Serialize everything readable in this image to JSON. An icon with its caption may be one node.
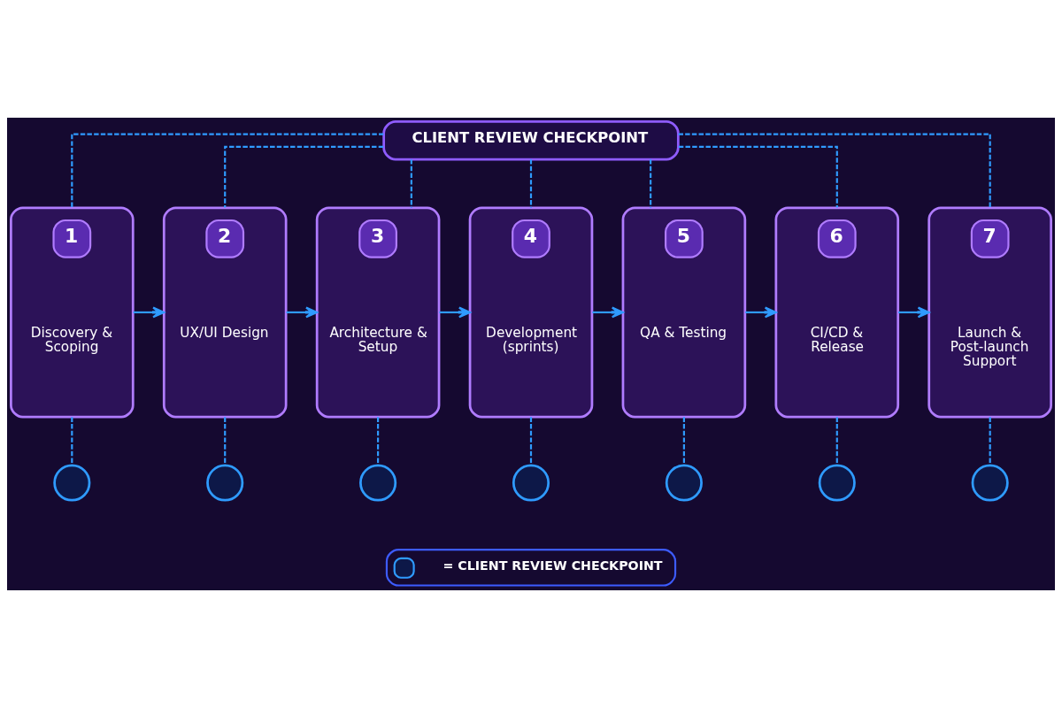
{
  "diagram": {
    "nodes": [
      {
        "text": [
          "CLIENT REVIEW CHECKPOINT"
        ]
      },
      {
        "text": [
          "1",
          "Discovery & Scoping"
        ]
      },
      {
        "text": [
          "2",
          "UX/UI Design"
        ]
      },
      {
        "text": [
          "3",
          "Architecture & Setup"
        ]
      },
      {
        "text": [
          "4",
          "Development (sprints)"
        ]
      },
      {
        "text": [
          "5",
          "QA & Testing"
        ]
      },
      {
        "text": [
          "6",
          "CI/CD & Release"
        ]
      },
      {
        "text": [
          "7",
          "Launch & Post-launch Support"
        ]
      },
      {
        "text": [],
        "shape": "circle"
      },
      {
        "text": [],
        "shape": "circle"
      },
      {
        "text": [],
        "shape": "circle"
      },
      {
        "text": [],
        "shape": "circle"
      },
      {
        "text": [],
        "shape": "circle"
      },
      {
        "text": [],
        "shape": "circle"
      },
      {
        "text": [],
        "shape": "circle"
      }
    ],
    "edges": [
      {
        "from": 1,
        "to": 2,
        "arrow": "to"
      },
      {
        "from": 2,
        "to": 3,
        "arrow": "to"
      },
      {
        "from": 3,
        "to": 4,
        "arrow": "to"
      },
      {
        "from": 4,
        "to": 5,
        "arrow": "to"
      },
      {
        "from": 5,
        "to": 6,
        "arrow": "to"
      },
      {
        "from": 6,
        "to": 7,
        "arrow": "to"
      },
      {
        "from": 0,
        "to": 1,
        "arrow": "none",
        "style": "dashed"
      },
      {
        "from": 0,
        "to": 2,
        "arrow": "none",
        "style": "dashed"
      },
      {
        "from": 0,
        "to": 3,
        "arrow": "none",
        "style": "dashed"
      },
      {
        "from": 0,
        "to": 4,
        "arrow": "none",
        "style": "dashed"
      },
      {
        "from": 0,
        "to": 5,
        "arrow": "none",
        "style": "dashed"
      },
      {
        "from": 0,
        "to": 6,
        "arrow": "none",
        "style": "dashed"
      },
      {
        "from": 0,
        "to": 7,
        "arrow": "none",
        "style": "dashed"
      },
      {
        "from": 1,
        "to": 8,
        "arrow": "none",
        "style": "dashed"
      },
      {
        "from": 2,
        "to": 9,
        "arrow": "none",
        "style": "dashed"
      },
      {
        "from": 3,
        "to": 10,
        "arrow": "none",
        "style": "dashed"
      },
      {
        "from": 4,
        "to": 11,
        "arrow": "none",
        "style": "dashed"
      },
      {
        "from": 5,
        "to": 12,
        "arrow": "none",
        "style": "dashed"
      },
      {
        "from": 6,
        "to": 13,
        "arrow": "none",
        "style": "dashed"
      },
      {
        "from": 7,
        "to": 14,
        "arrow": "none",
        "style": "dashed"
      }
    ],
    "legend": [
      {
        "text": "= CLIENT REVIEW CHECKPOINT"
      }
    ]
  }
}
